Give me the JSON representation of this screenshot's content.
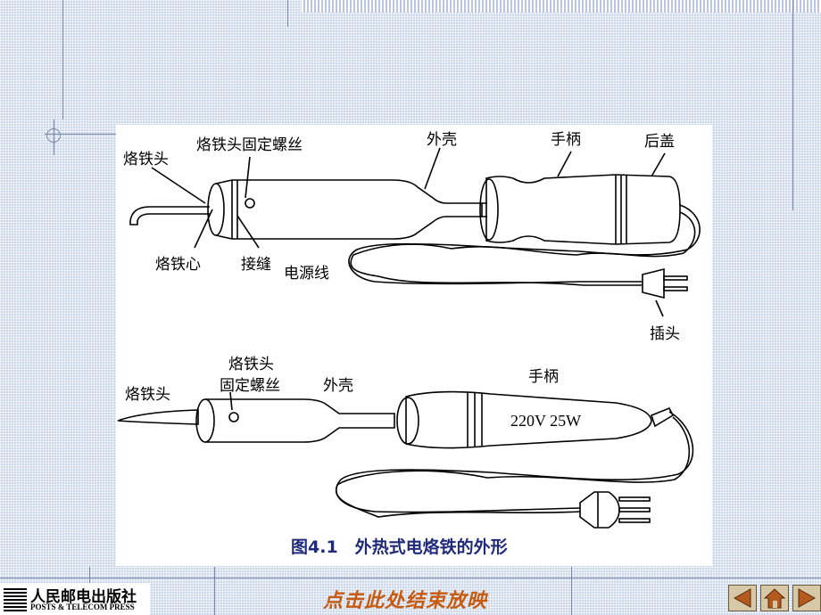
{
  "labels": {
    "top": {
      "tip": "烙铁头",
      "tip_screw": "烙铁头固定螺丝",
      "shell": "外壳",
      "handle": "手柄",
      "cap": "后盖",
      "core": "烙铁心",
      "seam": "接缝",
      "cord": "电源线",
      "plug": "插头"
    },
    "bottom": {
      "tip": "烙铁头",
      "screw_line1": "烙铁头",
      "screw_line2": "固定螺丝",
      "shell": "外壳",
      "handle": "手柄",
      "rating": "220V 25W"
    }
  },
  "caption": "图4.1　外热式电烙铁的外形",
  "footer": {
    "publisher_cn": "人民邮电出版社",
    "publisher_en": "POSTS & TELECOM PRESS",
    "end_show": "点击此处结束放映"
  },
  "nav": {
    "prev_icon": "triangle-left-icon",
    "home_icon": "house-icon"
  },
  "colors": {
    "caption": "#1f2a7a",
    "end_show": "#c85a10",
    "background": "#cbd8ea"
  }
}
